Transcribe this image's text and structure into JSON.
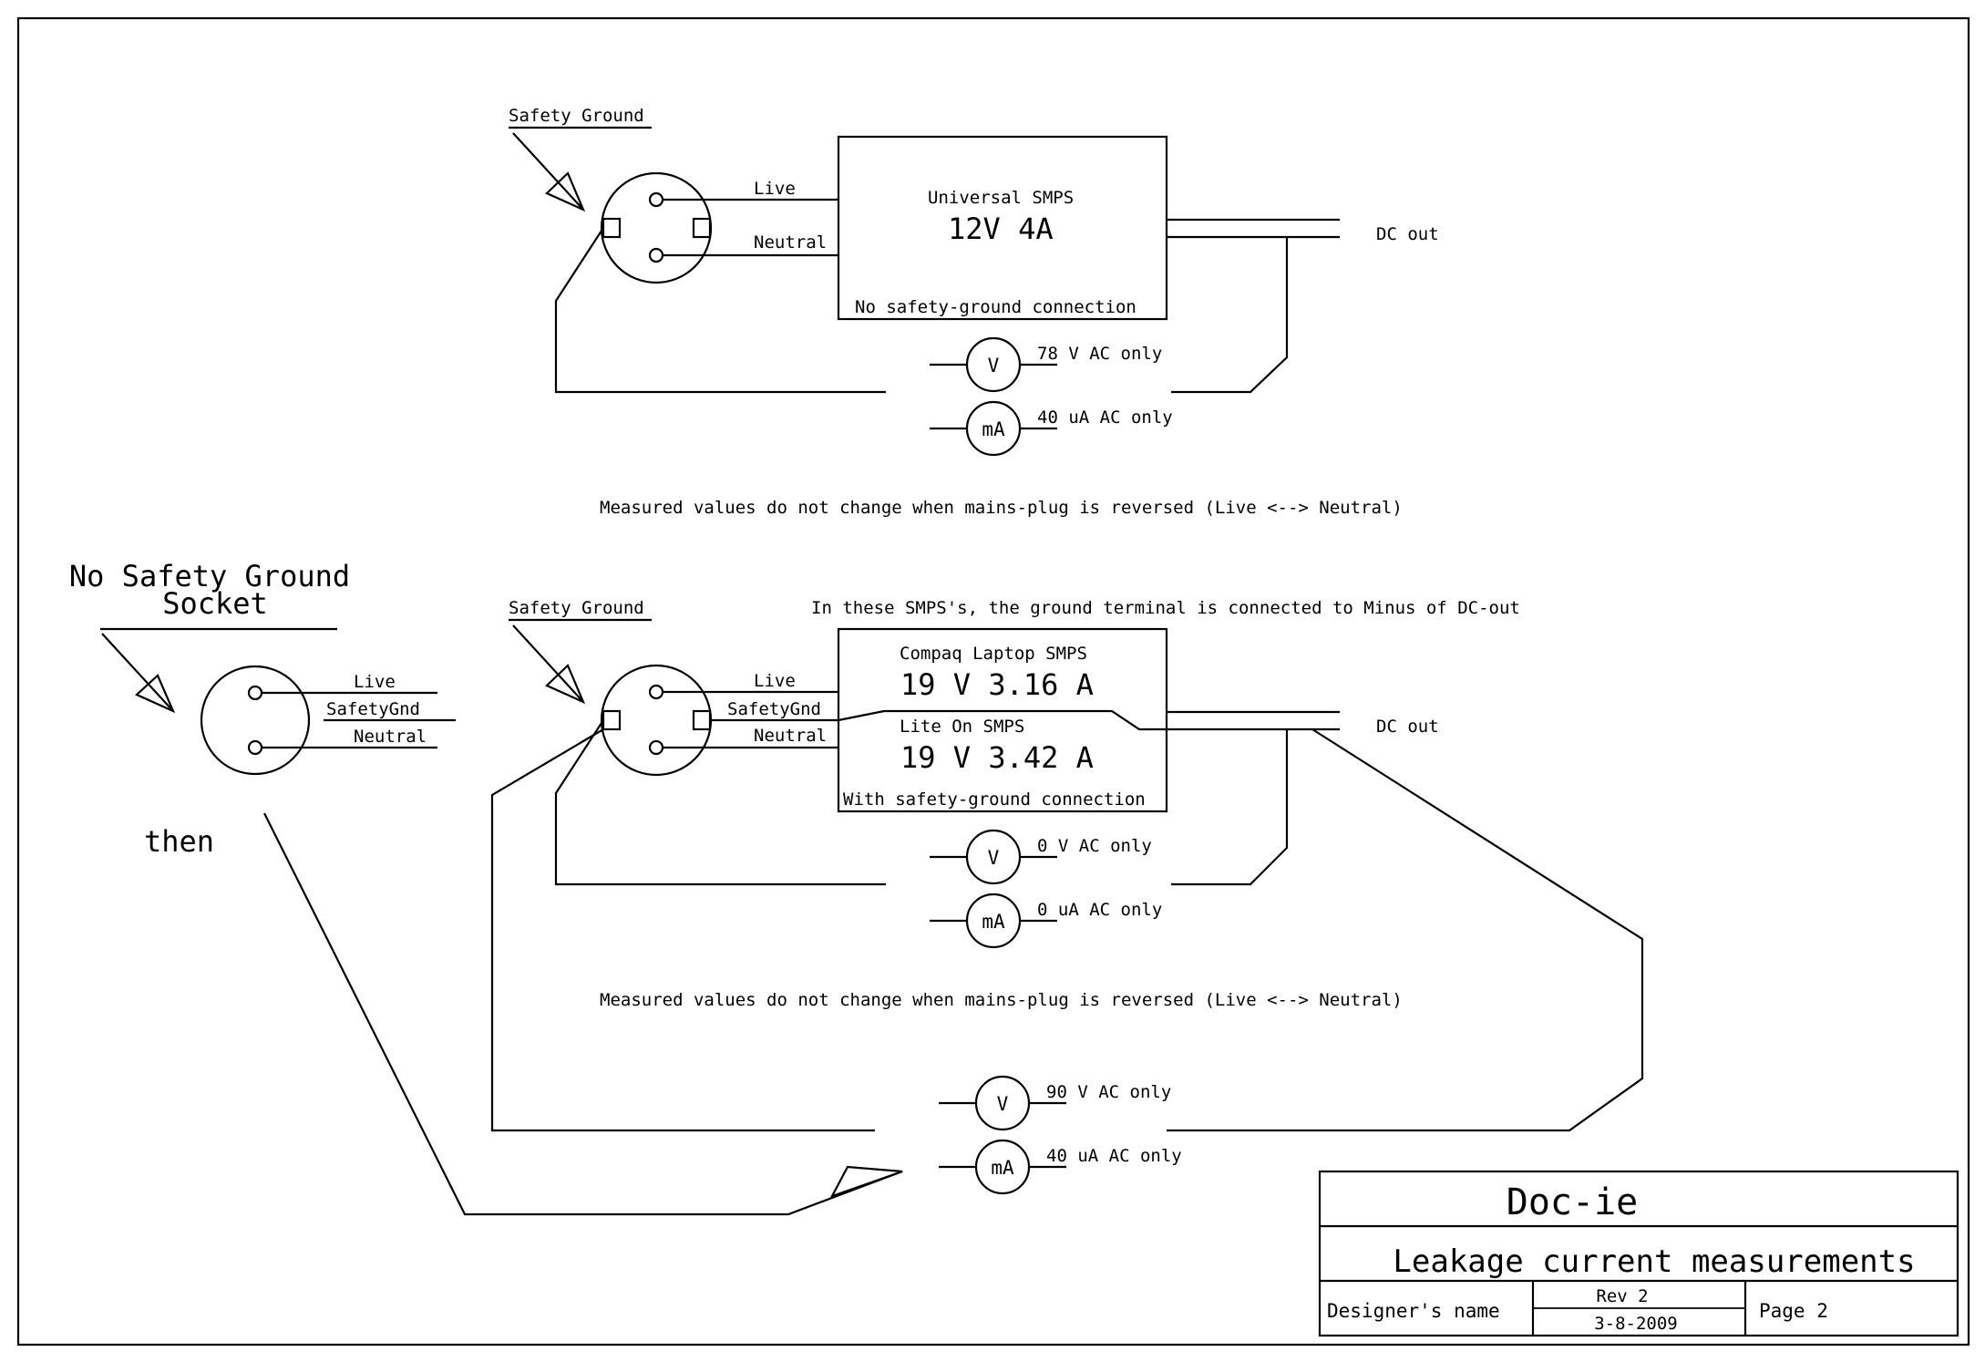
{
  "diagram1": {
    "ground_label": "Safety Ground",
    "live_label": "Live",
    "neutral_label": "Neutral",
    "box_title": "Universal SMPS",
    "box_rating": "12V 4A",
    "box_note": "No safety-ground connection",
    "dc_out": "DC out",
    "voltmeter_symbol": "V",
    "ammeter_symbol": "mA",
    "voltage_reading": "78 V AC only",
    "current_reading": "40 uA AC only",
    "note": "Measured values do not change when mains-plug is reversed (Live <--> Neutral)"
  },
  "diagram2": {
    "header_note": "In these SMPS's, the ground terminal is connected to Minus of DC-out",
    "ground_label": "Safety Ground",
    "live_label": "Live",
    "safetygnd_label": "SafetyGnd",
    "neutral_label": "Neutral",
    "box_title_1": "Compaq Laptop  SMPS",
    "box_rating_1": "19 V 3.16 A",
    "box_title_2": "Lite On  SMPS",
    "box_rating_2": "19 V 3.42 A",
    "box_note": "With safety-ground connection",
    "dc_out": "DC out",
    "voltmeter_symbol": "V",
    "ammeter_symbol": "mA",
    "voltage_reading": "0 V AC only",
    "current_reading": "0 uA AC only",
    "note": "Measured values do not change when mains-plug is reversed (Live <--> Neutral)"
  },
  "no_ground_socket": {
    "title_line1": "No Safety Ground",
    "title_line2": "Socket",
    "live_label": "Live",
    "safetygnd_label": "SafetyGnd",
    "neutral_label": "Neutral",
    "then_label": "then"
  },
  "bottom_meters": {
    "voltmeter_symbol": "V",
    "ammeter_symbol": "mA",
    "voltage_reading": "90 V AC only",
    "current_reading": "40 uA AC only"
  },
  "title_block": {
    "company": "Doc-ie",
    "title": "Leakage current measurements",
    "designer": "Designer's name",
    "revision": "Rev 2",
    "date": "3-8-2009",
    "page": "Page 2"
  }
}
